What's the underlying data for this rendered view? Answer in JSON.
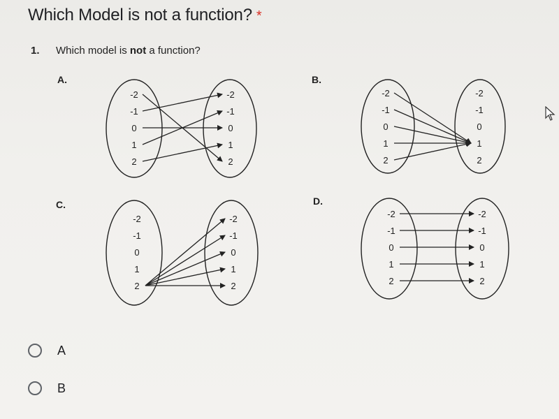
{
  "question": {
    "title": "Which Model is not a function?",
    "required_marker": "*",
    "number": "1.",
    "prompt_before": "Which model is ",
    "prompt_bold": "not",
    "prompt_after": " a function?"
  },
  "models": [
    {
      "label": "A.",
      "domain": [
        "-2",
        "-1",
        "0",
        "1",
        "2"
      ],
      "range": [
        "-2",
        "-1",
        "0",
        "1",
        "2"
      ],
      "mapping": [
        [
          "-2",
          "2"
        ],
        [
          "-1",
          "-2"
        ],
        [
          "0",
          "0"
        ],
        [
          "1",
          "-1"
        ],
        [
          "2",
          "1"
        ]
      ]
    },
    {
      "label": "B.",
      "domain": [
        "-2",
        "-1",
        "0",
        "1",
        "2"
      ],
      "range": [
        "-2",
        "-1",
        "0",
        "1",
        "2"
      ],
      "mapping": [
        [
          "-2",
          "1"
        ],
        [
          "-1",
          "1"
        ],
        [
          "0",
          "1"
        ],
        [
          "1",
          "1"
        ],
        [
          "2",
          "1"
        ]
      ]
    },
    {
      "label": "C.",
      "domain": [
        "-2",
        "-1",
        "0",
        "1",
        "2"
      ],
      "range": [
        "-2",
        "-1",
        "0",
        "1",
        "2"
      ],
      "mapping": [
        [
          "2",
          "-2"
        ],
        [
          "2",
          "-1"
        ],
        [
          "2",
          "0"
        ],
        [
          "2",
          "1"
        ],
        [
          "2",
          "2"
        ]
      ]
    },
    {
      "label": "D.",
      "domain": [
        "-2",
        "-1",
        "0",
        "1",
        "2"
      ],
      "range": [
        "-2",
        "-1",
        "0",
        "1",
        "2"
      ],
      "mapping": [
        [
          "-2",
          "-2"
        ],
        [
          "-1",
          "-1"
        ],
        [
          "0",
          "0"
        ],
        [
          "1",
          "1"
        ],
        [
          "2",
          "2"
        ]
      ]
    }
  ],
  "options": [
    "A",
    "B"
  ],
  "colors": {
    "required": "#d93025",
    "radio_border": "#5f6368"
  }
}
